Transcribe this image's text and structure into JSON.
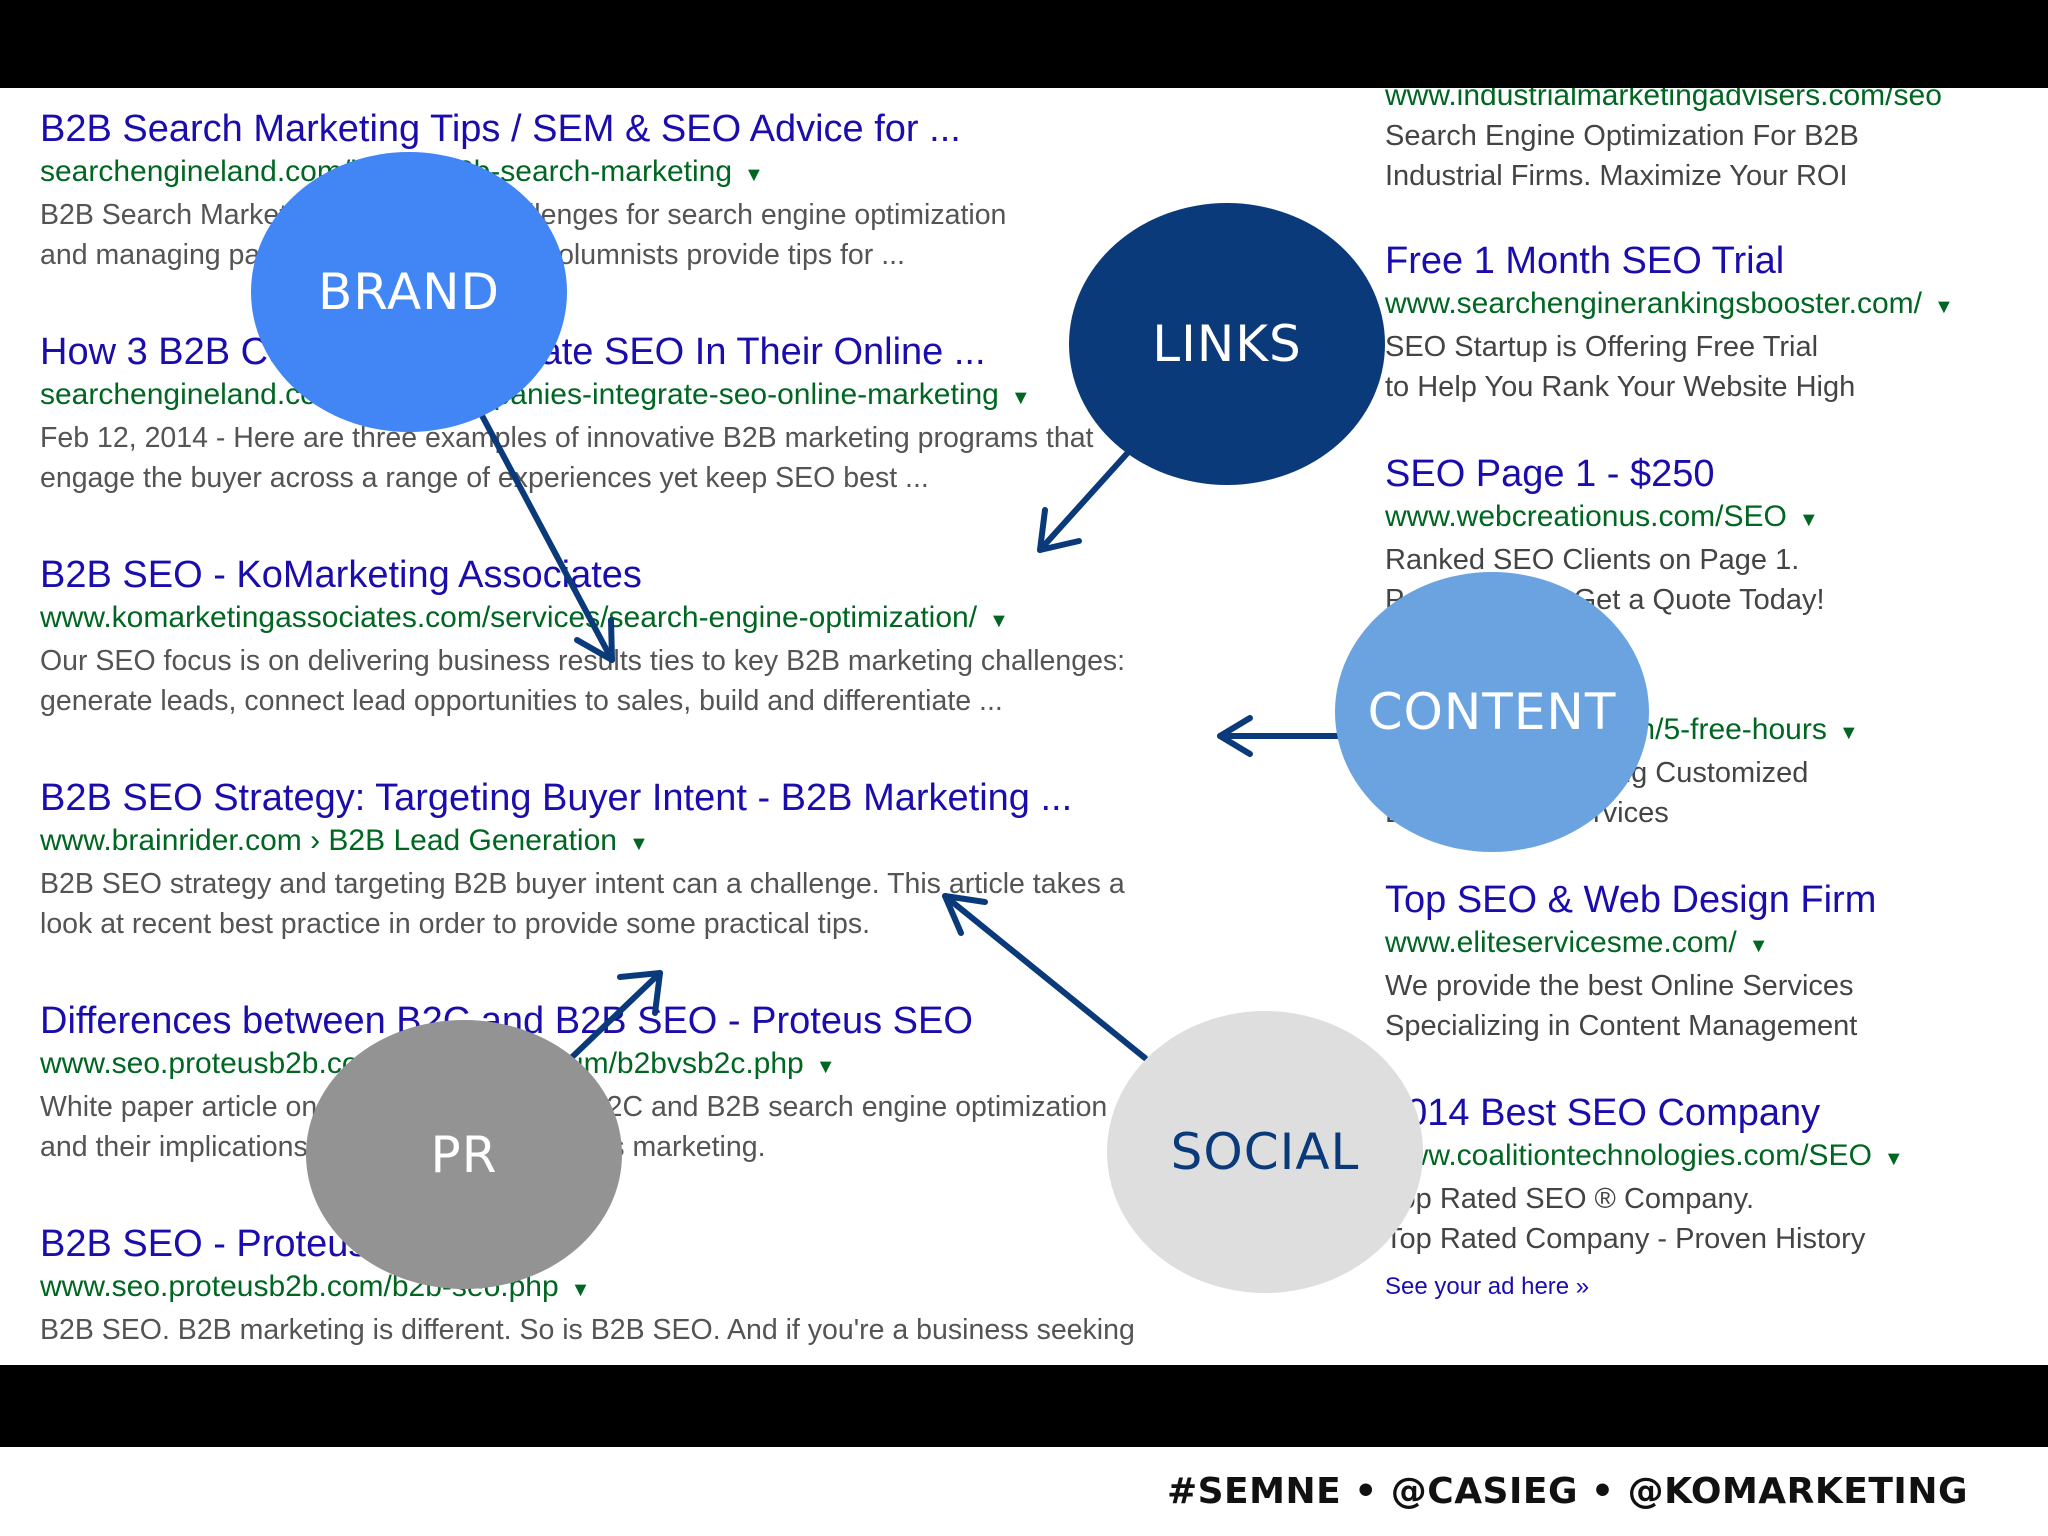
{
  "organic_results": [
    {
      "title": "B2B Search Marketing Tips / SEM & SEO Advice for ...",
      "url": "searchengineland.com/library/b2b-search-marketing",
      "snippet_1": "B2B Search Marketing: the unique challenges for search engine optimization",
      "snippet_2": "and managing paid search campaigns. Columnists provide tips for ..."
    },
    {
      "title": "How 3 B2B Companies Integrate SEO In Their Online ...",
      "url": "searchengineland.com/3-b2b-companies-integrate-seo-online-marketing",
      "snippet_1": "Feb 12, 2014 - Here are three examples of innovative B2B marketing programs that",
      "snippet_2": "engage the buyer across a range of experiences yet keep SEO best ..."
    },
    {
      "title": "B2B SEO - KoMarketing Associates",
      "url": "www.komarketingassociates.com/services/search-engine-optimization/",
      "snippet_1": "Our SEO focus is on delivering business results ties to key B2B marketing challenges:",
      "snippet_2": "generate leads, connect lead opportunities to sales, build and differentiate ..."
    },
    {
      "title": "B2B SEO Strategy: Targeting Buyer Intent - B2B Marketing ...",
      "url": "www.brainrider.com › B2B Lead Generation",
      "snippet_1": "B2B SEO strategy and targeting B2B buyer intent can a challenge. This article takes a",
      "snippet_2": "look at recent best practice in order to provide some practical tips."
    },
    {
      "title": "Differences between B2C and B2B SEO - Proteus SEO",
      "url": "www.seo.proteusb2b.com/papers/premium/b2bvsb2c.php",
      "snippet_1": "White paper article on differences between B2C and B2B search engine optimization",
      "snippet_2": "and their implications for business-to-business marketing."
    },
    {
      "title": "B2B SEO - Proteus B2B",
      "url": "www.seo.proteusb2b.com/b2b-seo.php",
      "snippet_1": "B2B SEO. B2B marketing is different. So is B2B SEO. And if you're a business seeking"
    }
  ],
  "ads": [
    {
      "url": "www.industrialmarketingadvisers.com/seo",
      "snippet_1": "Search Engine Optimization For B2B",
      "snippet_2": "Industrial Firms. Maximize Your ROI"
    },
    {
      "title": "Free 1 Month SEO Trial",
      "url": "www.searchenginerankingsbooster.com/",
      "snippet_1": "SEO Startup is Offering Free Trial",
      "snippet_2": "to Help You Rank Your Website High"
    },
    {
      "title": "SEO Page 1 - $250",
      "url": "www.webcreationus.com/SEO",
      "snippet_1": "Ranked SEO Clients on Page 1.",
      "snippet_2": "Pay Per SEO. Get a Quote Today!"
    },
    {
      "title": "Link Building",
      "url": "www.linkbuilder.com/5-free-hours",
      "snippet_1": "Link Builder Offering Customized",
      "snippet_2": "Link Building Services"
    },
    {
      "title": "Top SEO & Web Design Firm",
      "url": "www.eliteservicesme.com/",
      "snippet_1": "We provide the best Online Services",
      "snippet_2": "Specializing in Content Management"
    },
    {
      "title": "2014 Best SEO Company",
      "url": "www.coalitiontechnologies.com/SEO",
      "snippet_1": "Top Rated SEO ® Company.",
      "snippet_2": "Top Rated Company - Proven History"
    }
  ],
  "see_ad_link": "See your ad here »",
  "bubbles": {
    "brand": "BRAND",
    "links": "LINKS",
    "content": "CONTENT",
    "pr": "PR",
    "social": "SOCIAL"
  },
  "colors": {
    "brand": "#4285f4",
    "links": "#0b3a7a",
    "content": "#6aa3df",
    "pr": "#939393",
    "social": "#dedede",
    "arrow": "#0b3a7a"
  },
  "footer": "#SEMNE • @CASIEG • @KOMARKETING"
}
